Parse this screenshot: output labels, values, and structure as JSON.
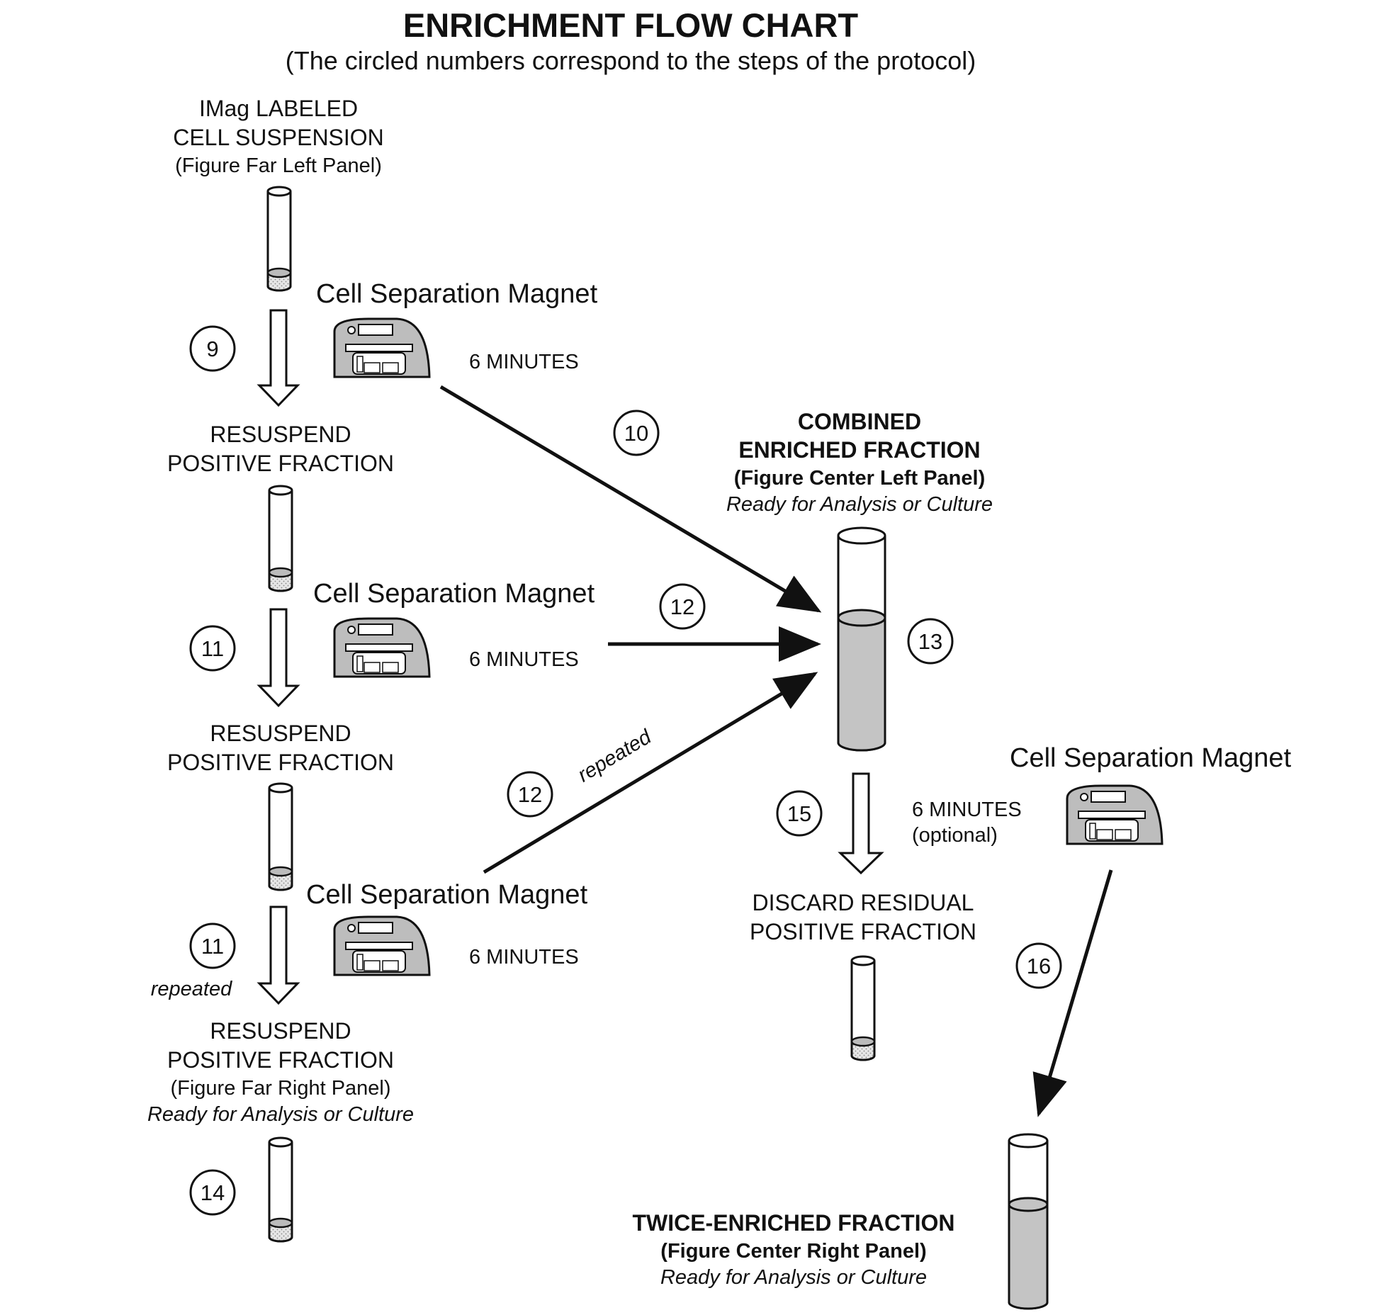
{
  "title": "ENRICHMENT FLOW CHART",
  "subtitle": "(The circled numbers correspond to the steps of the protocol)",
  "left_column": {
    "start": [
      "IMag LABELED",
      "CELL SUSPENSION",
      "(Figure Far Left Panel)"
    ],
    "resuspend_1": [
      "RESUSPEND",
      "POSITIVE FRACTION"
    ],
    "resuspend_2": [
      "RESUSPEND",
      "POSITIVE FRACTION"
    ],
    "resuspend_3": [
      "RESUSPEND",
      "POSITIVE FRACTION",
      "(Figure Far Right Panel)",
      "Ready for Analysis or Culture"
    ],
    "repeated_label": "repeated"
  },
  "magnets": {
    "label": "Cell Separation Magnet",
    "duration": "6 MINUTES",
    "optional": "(optional)"
  },
  "combined": [
    "COMBINED",
    "ENRICHED FRACTION",
    "(Figure Center Left Panel)",
    "Ready for Analysis or Culture"
  ],
  "discard": [
    "DISCARD RESIDUAL",
    "POSITIVE FRACTION"
  ],
  "twice": [
    "TWICE-ENRICHED FRACTION",
    "(Figure Center Right Panel)",
    "Ready for Analysis or Culture"
  ],
  "repeated_arrow_label": "repeated",
  "steps": {
    "s9": "9",
    "s10": "10",
    "s11a": "11",
    "s11b": "11",
    "s12a": "12",
    "s12b": "12",
    "s13": "13",
    "s14": "14",
    "s15": "15",
    "s16": "16"
  },
  "colors": {
    "ink": "#111111",
    "fill_gray": "#c4c4c4",
    "magnet_gray": "#bdbdbd"
  }
}
